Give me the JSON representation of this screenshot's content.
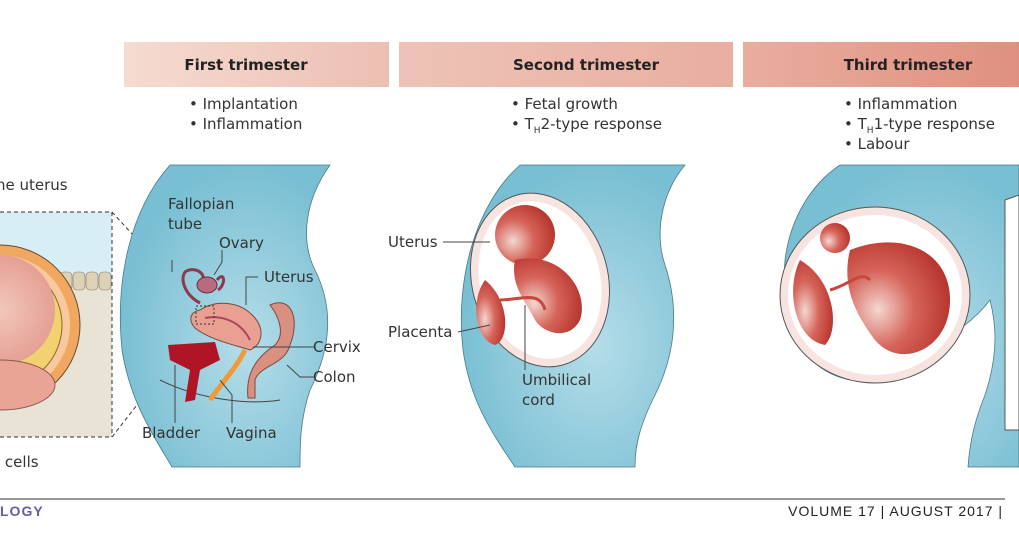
{
  "stages": [
    {
      "title": "First trimester",
      "bullets": [
        "• Implantation",
        "• Inflammation"
      ]
    },
    {
      "title": "Second trimester",
      "bullets": [
        "• Fetal growth",
        "• T",
        "H",
        "2-type response"
      ]
    },
    {
      "title": "Third trimester",
      "bullets": [
        "• Inflammation",
        "• T",
        "H",
        "1-type response",
        "• Labour"
      ]
    }
  ],
  "left_panel": {
    "top_label": "he uterus",
    "bottom_label": "l cells"
  },
  "first_labels": {
    "fallopian1": "Fallopian",
    "fallopian2": "tube",
    "ovary": "Ovary",
    "uterus": "Uterus",
    "cervix": "Cervix",
    "colon": "Colon",
    "bladder": "Bladder",
    "vagina": "Vagina"
  },
  "second_labels": {
    "uterus": "Uterus",
    "placenta": "Placenta",
    "cord1": "Umbilical",
    "cord2": "cord"
  },
  "footer": {
    "left": "LOGY",
    "right": "VOLUME 17 | AUGUST 2017 |"
  },
  "colors": {
    "body": "#7ec2d6",
    "header_light": "#f4d6cc",
    "header_dark": "#e39c8c",
    "fetus": "#c8463e",
    "footer_left": "#6b5aa6"
  }
}
